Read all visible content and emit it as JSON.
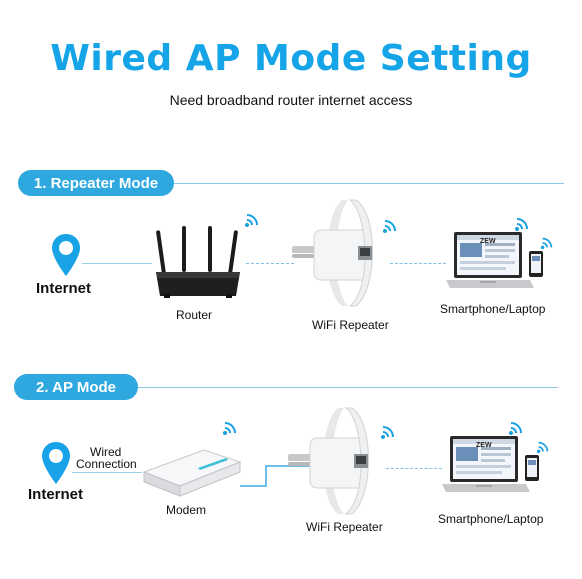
{
  "header": {
    "title": "Wired AP Mode Setting",
    "subtitle": "Need broadband router internet access"
  },
  "sections": [
    {
      "label": "1. Repeater Mode",
      "source_label": "Internet",
      "device_label": "Router",
      "repeater_label": "WiFi Repeater",
      "client_label": "Smartphone/Laptop"
    },
    {
      "label": "2. AP Mode",
      "source_label": "Internet",
      "connection_label_line1": "Wired",
      "connection_label_line2": "Connection",
      "device_label": "Modem",
      "repeater_label": "WiFi Repeater",
      "client_label": "Smartphone/Laptop"
    }
  ],
  "screen_logo": "ZEW",
  "colors": {
    "accent": "#16a4e8",
    "pill": "#2fa8e0",
    "router_body": "#1c1c1c",
    "device_white": "#f4f5f6"
  },
  "icons": [
    "location-pin-icon",
    "wifi-signal-icon",
    "router-icon",
    "modem-icon",
    "wifi-repeater-icon",
    "laptop-icon",
    "smartphone-icon"
  ]
}
